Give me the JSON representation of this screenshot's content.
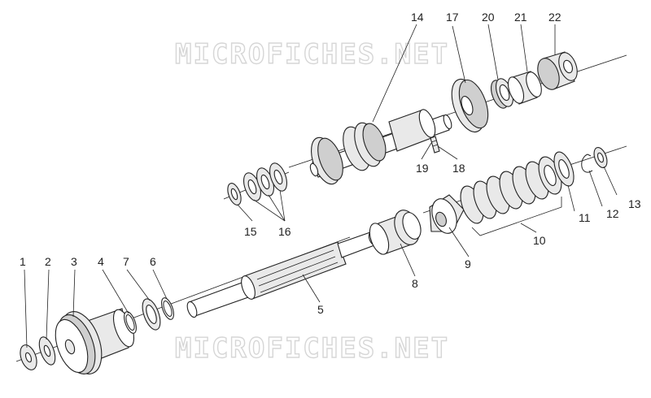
{
  "watermark": {
    "top": "MICROFICHES.NET",
    "bottom": "MICROFICHES.NET"
  },
  "callouts": [
    "1",
    "2",
    "3",
    "4",
    "5",
    "6",
    "7",
    "8",
    "9",
    "10",
    "11",
    "12",
    "13",
    "14",
    "15",
    "16",
    "17",
    "18",
    "19",
    "20",
    "21",
    "22"
  ],
  "colors": {
    "line": "#222222",
    "watermark": "#d6d6d6",
    "fill": "#e9e9e9"
  }
}
